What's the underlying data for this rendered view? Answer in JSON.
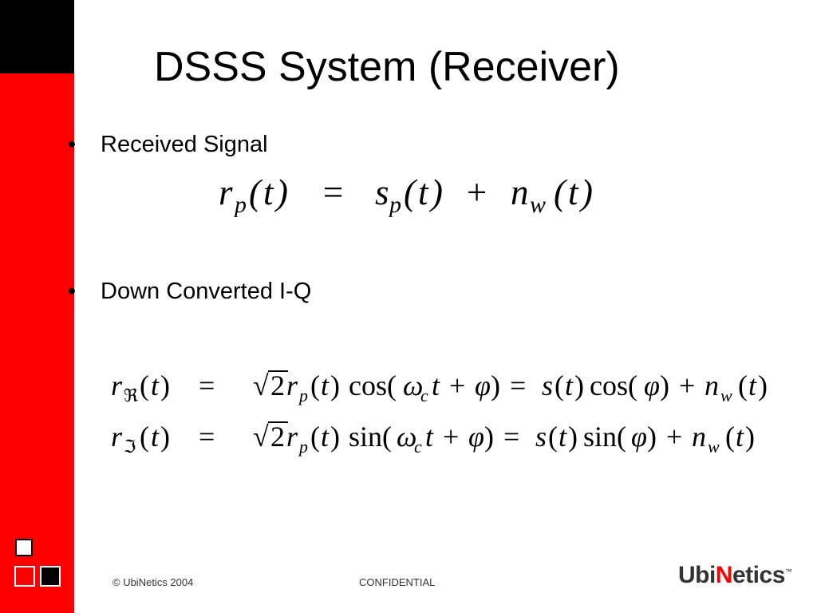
{
  "slide": {
    "title": "DSSS System (Receiver)",
    "bullets": [
      {
        "marker": "•",
        "text": "Received Signal"
      },
      {
        "marker": "•",
        "text": "Down Converted I-Q"
      }
    ],
    "equations": {
      "received": "r_p(t) = s_p(t) + n_w(t)",
      "real": "r_ℜ(t) = √2 r_p(t) cos(ω_c t + φ) = s(t) cos(φ) + n_w(t)",
      "imag": "r_ℑ(t) = √2 r_p(t) sin(ω_c t + φ) = s(t) sin(φ) + n_w(t)"
    }
  },
  "footer": {
    "copyright": "© UbiNetics 2004",
    "confidential": "CONFIDENTIAL"
  },
  "logo": {
    "prefix": "Ubi",
    "accent": "N",
    "suffix": "etics",
    "trademark": "™"
  },
  "colors": {
    "accent": "#ff0000",
    "bar_top": "#000000",
    "background": "#ffffff"
  }
}
